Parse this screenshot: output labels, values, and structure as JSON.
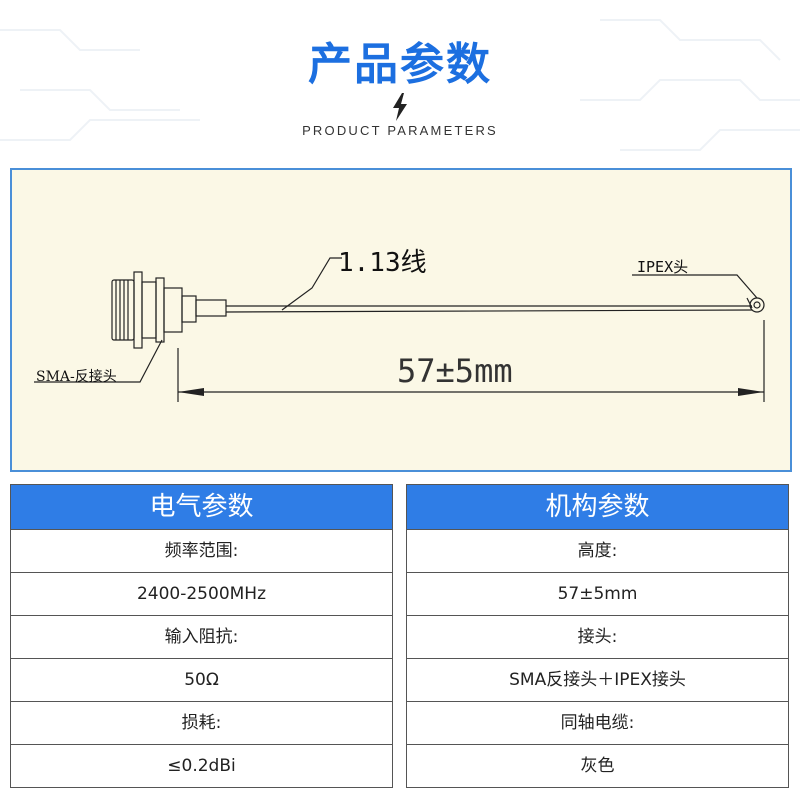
{
  "header": {
    "title": "产品参数",
    "subtitle": "PRODUCT PARAMETERS"
  },
  "drawing": {
    "cable_label": "1.13线",
    "ipex_label": "IPEX头",
    "sma_label": "SMA-反接头",
    "dimension_label": "57±5mm"
  },
  "electrical": {
    "title": "电气参数",
    "rows": [
      "频率范围:",
      "2400-2500MHz",
      "输入阻抗:",
      "50Ω",
      "损耗:",
      "≤0.2dBi"
    ]
  },
  "mechanical": {
    "title": "机构参数",
    "rows": [
      "高度:",
      "57±5mm",
      "接头:",
      "SMA反接头＋IPEX接头",
      "同轴电缆:",
      "灰色"
    ]
  },
  "colors": {
    "accent": "#2f7de6",
    "title": "#1c6fe0",
    "drawing_bg": "#fbf8e6"
  }
}
